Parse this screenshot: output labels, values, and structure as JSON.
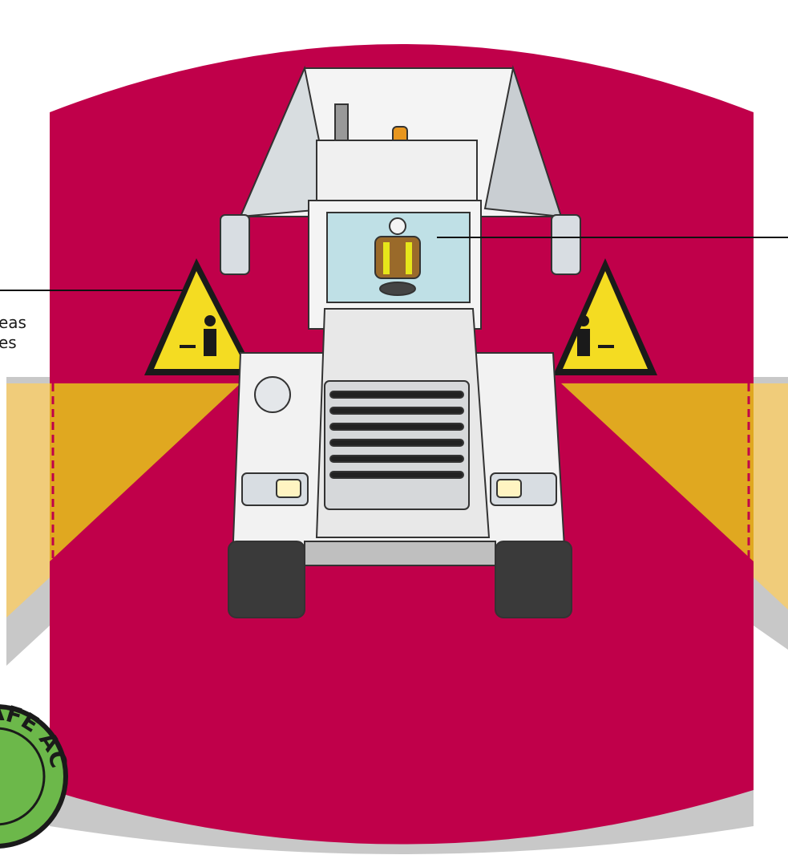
{
  "left_callout": {
    "line1": "eas",
    "line2": "es"
  },
  "badge": {
    "text": "AFE ACCE",
    "kind": "safe-access-seal"
  },
  "colors": {
    "danger_zone": "#c0004a",
    "caution_zone": "#e0a820",
    "caution_zone_light": "#f0cc7a",
    "shadow": "#c8c8c8",
    "warning_sign": "#f4dc22",
    "badge_green": "#6cb84a"
  },
  "icons": [
    "crush-hazard-sign-icon",
    "dump-truck-illustration",
    "safe-access-badge-icon"
  ]
}
